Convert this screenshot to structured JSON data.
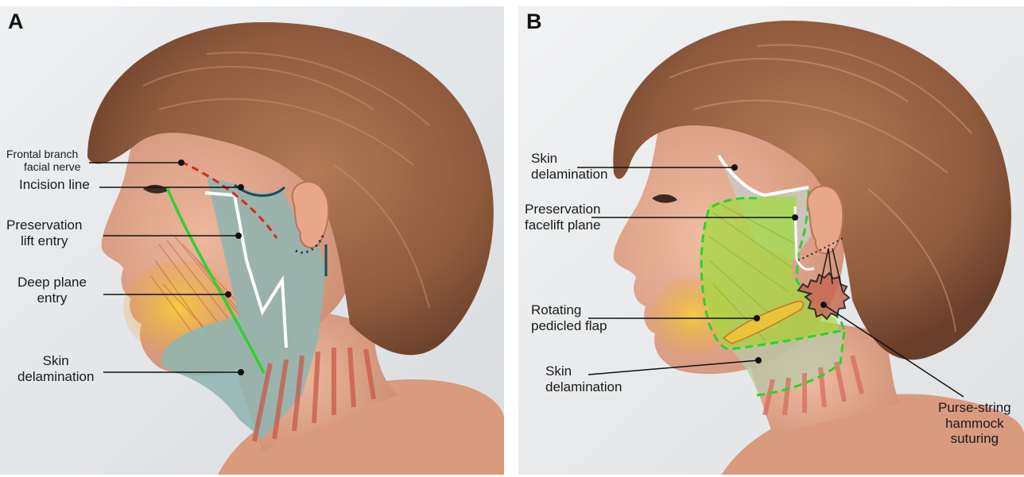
{
  "panels": [
    {
      "letter": "A",
      "labels": {
        "frontal_branch": [
          "Frontal branch",
          "facial nerve"
        ],
        "incision_line": [
          "Incision line"
        ],
        "preservation_lift_entry": [
          "Preservation",
          "lift entry"
        ],
        "deep_plane_entry": [
          "Deep plane",
          "entry"
        ],
        "skin_delamination": [
          "Skin",
          "delamination"
        ]
      }
    },
    {
      "letter": "B",
      "labels": {
        "skin_delamination_top": [
          "Skin",
          "delamination"
        ],
        "preservation_facelift_plane": [
          "Preservation",
          "facelift plane"
        ],
        "rotating_pedicled_flap": [
          "Rotating",
          "pedicled flap"
        ],
        "skin_delamination_bottom": [
          "Skin",
          "delamination"
        ],
        "purse_string": [
          "Purse-string",
          "hammock",
          "suturing"
        ]
      }
    }
  ],
  "colors": {
    "hair": "#9a6244",
    "skin": "#e2a98f",
    "background": "#e6e8ea",
    "delamination_fill": "#8fb5b0",
    "incision_line": "#ffffff",
    "nerve_line": "#e0241c",
    "deep_plane_line": "#2fd12f",
    "facelift_plane_fill": "#9fdc3c",
    "platysma": "#d46a58",
    "fat_pad": "#f2c230"
  }
}
